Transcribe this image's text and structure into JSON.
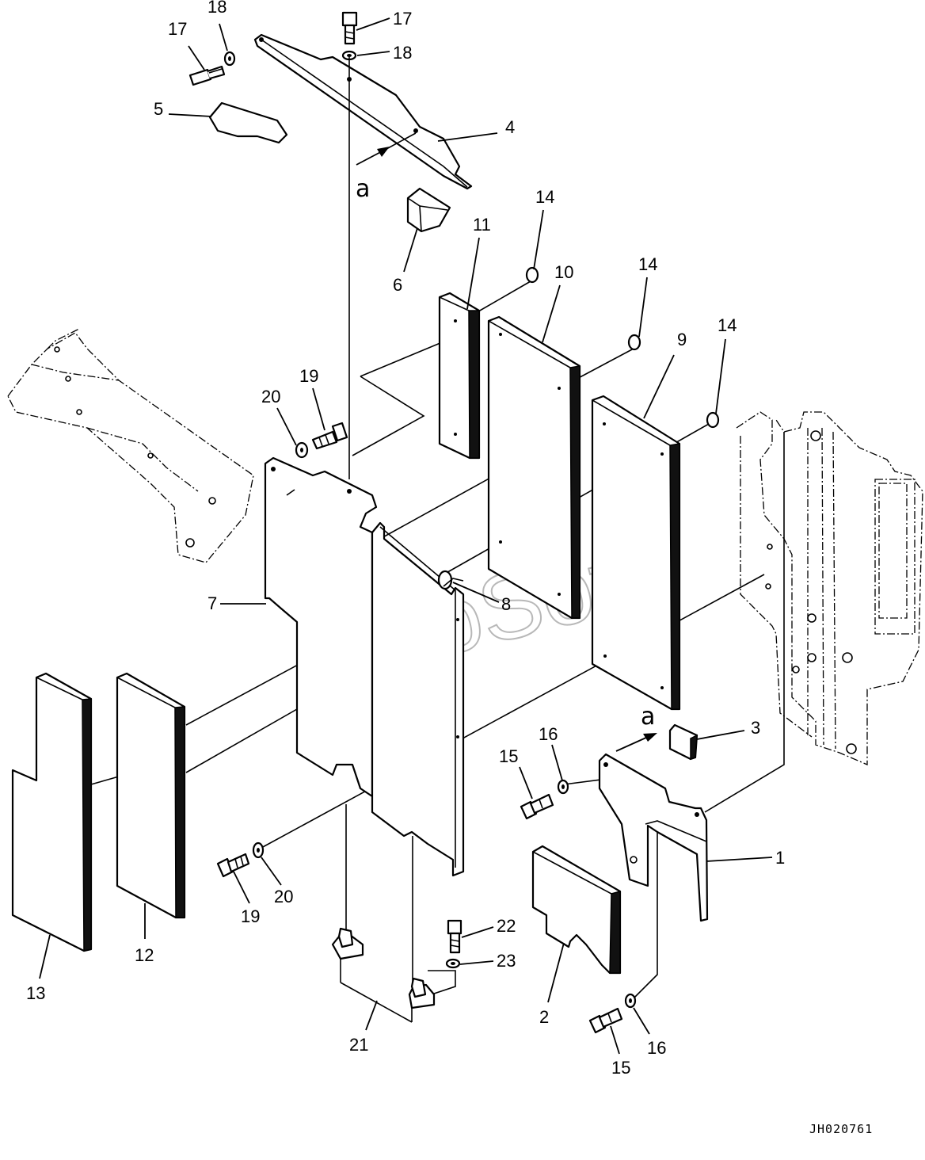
{
  "callouts": [
    {
      "id": "c17a",
      "label": "17"
    },
    {
      "id": "c18a",
      "label": "18"
    },
    {
      "id": "c17b",
      "label": "17"
    },
    {
      "id": "c18b",
      "label": "18"
    },
    {
      "id": "c5",
      "label": "5"
    },
    {
      "id": "c4",
      "label": "4"
    },
    {
      "id": "c6",
      "label": "6"
    },
    {
      "id": "c11",
      "label": "11"
    },
    {
      "id": "c14a",
      "label": "14"
    },
    {
      "id": "c10",
      "label": "10"
    },
    {
      "id": "c14b",
      "label": "14"
    },
    {
      "id": "c9",
      "label": "9"
    },
    {
      "id": "c14c",
      "label": "14"
    },
    {
      "id": "c19a",
      "label": "19"
    },
    {
      "id": "c20a",
      "label": "20"
    },
    {
      "id": "c7",
      "label": "7"
    },
    {
      "id": "c8",
      "label": "8"
    },
    {
      "id": "c3",
      "label": "3"
    },
    {
      "id": "c16a",
      "label": "16"
    },
    {
      "id": "c15a",
      "label": "15"
    },
    {
      "id": "c1",
      "label": "1"
    },
    {
      "id": "c20b",
      "label": "20"
    },
    {
      "id": "c19b",
      "label": "19"
    },
    {
      "id": "c12",
      "label": "12"
    },
    {
      "id": "c13",
      "label": "13"
    },
    {
      "id": "c22",
      "label": "22"
    },
    {
      "id": "c23",
      "label": "23"
    },
    {
      "id": "c21",
      "label": "21"
    },
    {
      "id": "c2",
      "label": "2"
    },
    {
      "id": "c15b",
      "label": "15"
    },
    {
      "id": "c16b",
      "label": "16"
    }
  ],
  "view_markers": {
    "top": "a",
    "bottom": "a"
  },
  "watermark": "AutoSoft",
  "drawing_code": "JH020761"
}
